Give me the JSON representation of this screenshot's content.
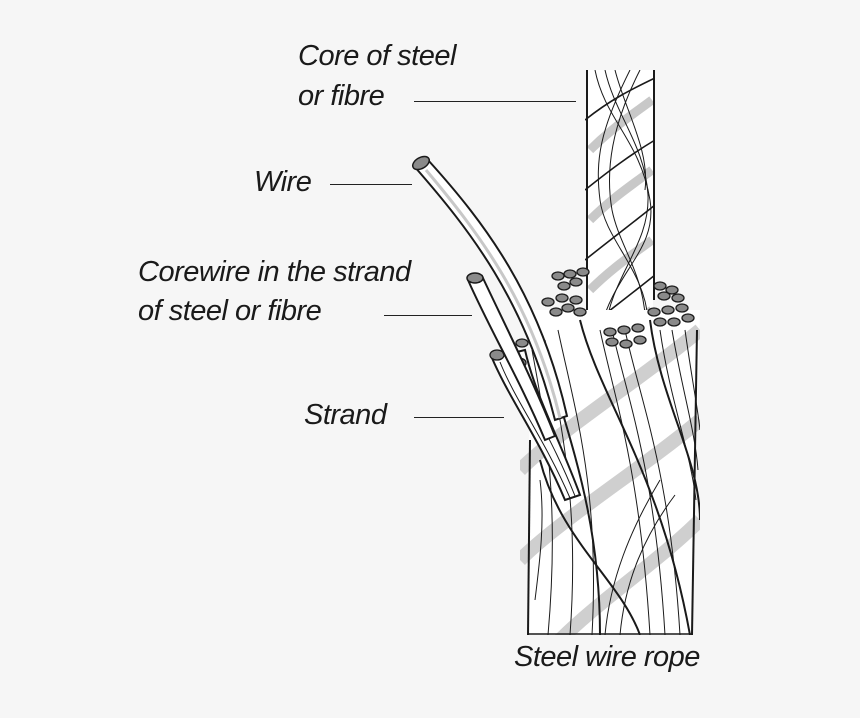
{
  "labels": {
    "core_line1": "Core of steel",
    "core_line2": "or fibre",
    "wire": "Wire",
    "corewire_line1": "Corewire in the strand",
    "corewire_line2": "of steel or fibre",
    "strand": "Strand",
    "rope": "Steel wire rope"
  },
  "colors": {
    "background": "#f6f6f6",
    "outline": "#1a1a1a",
    "fill": "#ffffff",
    "shadow": "#c8c8c8",
    "wire_end": "#8a8a8a"
  }
}
